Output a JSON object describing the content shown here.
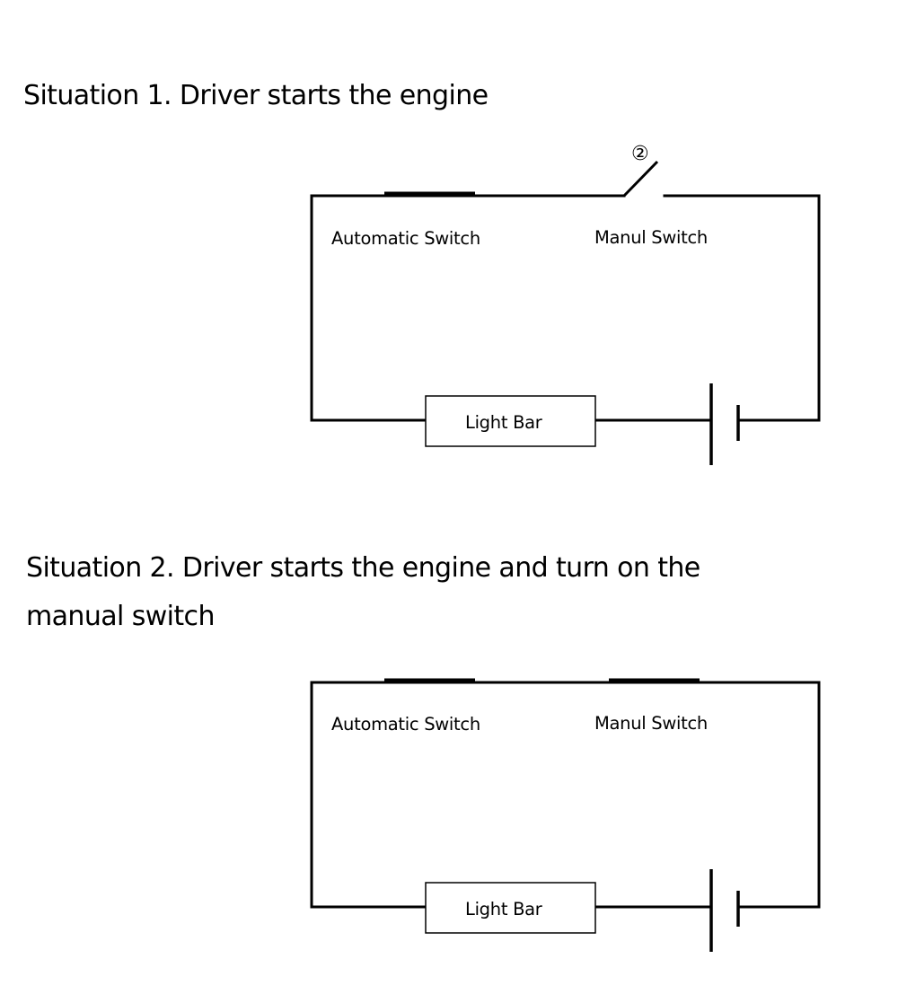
{
  "situation_1": {
    "title": "Situation 1. Driver starts the engine",
    "automatic_switch_label": "Automatic Switch",
    "manual_switch_label": "Manul Switch",
    "manual_switch_marker": "②",
    "light_bar_label": "Light Bar",
    "automatic_switch_state": "closed",
    "manual_switch_state": "open"
  },
  "situation_2": {
    "title_line_1": "Situation 2. Driver starts the engine and turn on the",
    "title_line_2": "manual switch",
    "automatic_switch_label": "Automatic Switch",
    "manual_switch_label": "Manul Switch",
    "light_bar_label": "Light Bar",
    "automatic_switch_state": "closed",
    "manual_switch_state": "closed"
  },
  "colors": {
    "line": "#000000",
    "background": "#ffffff"
  }
}
